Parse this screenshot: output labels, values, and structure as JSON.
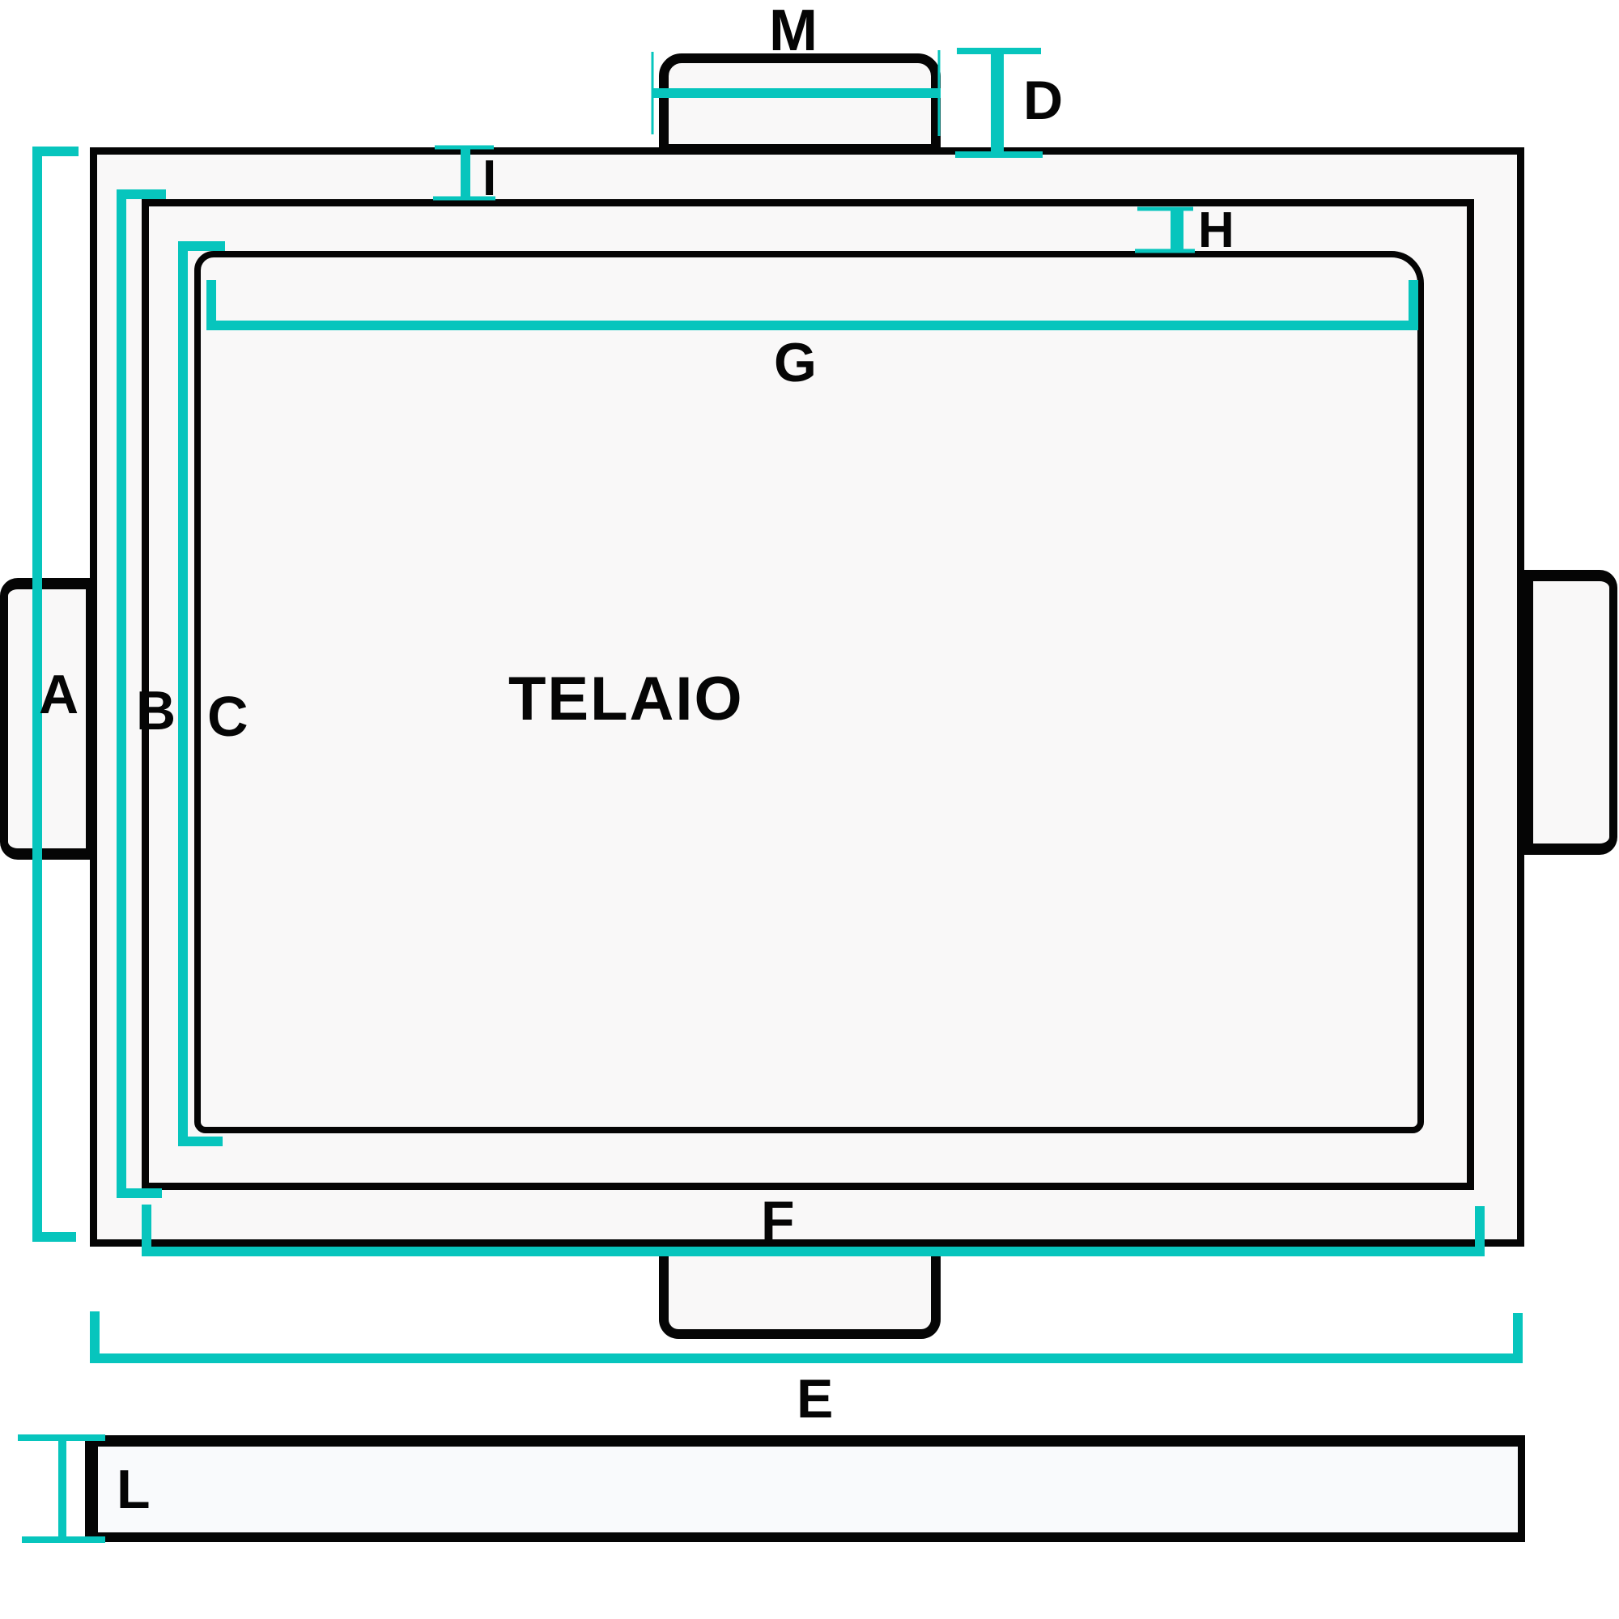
{
  "diagram": {
    "title": "TELAIO",
    "colors": {
      "outline": "#050505",
      "fill": "#f9f8f8",
      "dimension": "#07c5bd",
      "background": "#ffffff"
    },
    "parts": [
      {
        "id": "outer-frame",
        "desc": "outer frame rectangle"
      },
      {
        "id": "middle-frame",
        "desc": "middle frame rectangle"
      },
      {
        "id": "inner-frame",
        "desc": "inner frame with rounded corners"
      },
      {
        "id": "top-tab",
        "desc": "top mounting tab"
      },
      {
        "id": "bottom-tab",
        "desc": "bottom mounting tab"
      },
      {
        "id": "left-tab",
        "desc": "left mounting tab"
      },
      {
        "id": "right-tab",
        "desc": "right mounting tab"
      },
      {
        "id": "profile-bar",
        "desc": "separate profile bar below"
      }
    ],
    "dimensions": {
      "A": "A",
      "B": "B",
      "C": "C",
      "D": "D",
      "E": "E",
      "F": "F",
      "G": "G",
      "H": "H",
      "I": "I",
      "L": "L",
      "M": "M"
    }
  }
}
